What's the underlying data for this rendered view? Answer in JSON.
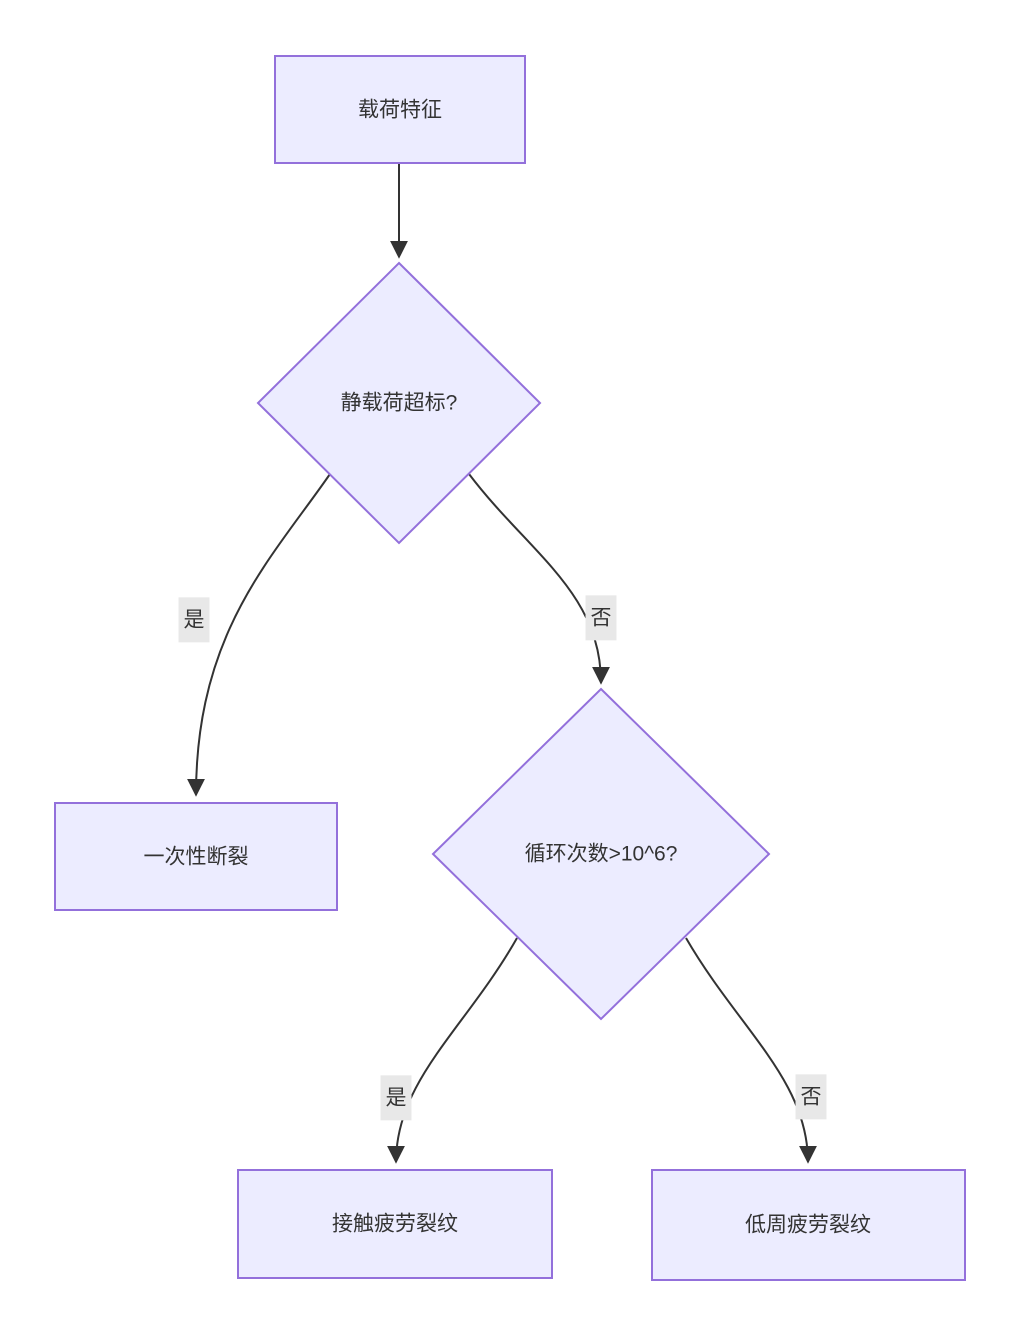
{
  "diagram": {
    "type": "flowchart",
    "direction": "top-down",
    "background": "#ffffff",
    "colors": {
      "node_fill": "#ECECFF",
      "node_border": "#9370DB",
      "edge_line": "#333333",
      "edge_label_background": "#e8e8e8",
      "text": "#333333"
    },
    "nodes": [
      {
        "id": "load",
        "shape": "rect",
        "label": "载荷特征"
      },
      {
        "id": "static-overload",
        "shape": "diamond",
        "label": "静载荷超标?"
      },
      {
        "id": "one-time-fracture",
        "shape": "rect",
        "label": "一次性断裂"
      },
      {
        "id": "cycle-count",
        "shape": "diamond",
        "label": "循环次数>10^6?"
      },
      {
        "id": "contact-fatigue",
        "shape": "rect",
        "label": "接触疲劳裂纹"
      },
      {
        "id": "low-cycle-fatigue",
        "shape": "rect",
        "label": "低周疲劳裂纹"
      }
    ],
    "edges": [
      {
        "from": "载荷特征",
        "to": "静载荷超标?",
        "label": ""
      },
      {
        "from": "静载荷超标?",
        "to": "一次性断裂",
        "label": "是"
      },
      {
        "from": "静载荷超标?",
        "to": "循环次数>10^6?",
        "label": "否"
      },
      {
        "from": "循环次数>10^6?",
        "to": "接触疲劳裂纹",
        "label": "是"
      },
      {
        "from": "循环次数>10^6?",
        "to": "低周疲劳裂纹",
        "label": "否"
      }
    ]
  }
}
